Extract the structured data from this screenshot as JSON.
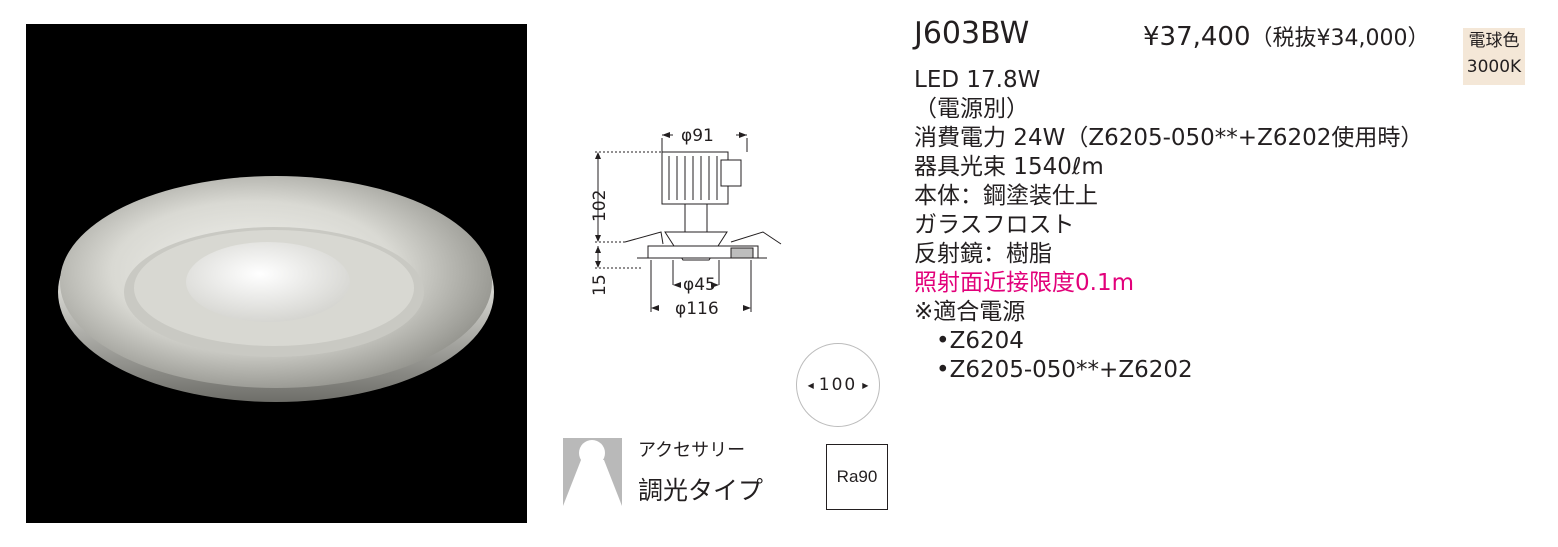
{
  "product": {
    "model": "J603BW",
    "price": "¥37,400",
    "price_ex_tax": "（税抜¥34,000）",
    "color_temp_name": "電球色",
    "color_temp_value": "3000K"
  },
  "specs": {
    "lamp": "LED 17.8W",
    "power_note": "（電源別）",
    "consumption": "消費電力 24W（Z6205-050**+Z6202使用時）",
    "flux": "器具光束 1540ℓm",
    "body": "本体：鋼塗装仕上",
    "glass": "ガラスフロスト",
    "reflector": "反射鏡：樹脂",
    "proximity_limit": "照射面近接限度0.1m",
    "power_supply_title": "※適合電源",
    "power_supply_1": "•Z6204",
    "power_supply_2": "•Z6205-050**+Z6202"
  },
  "dimensions": {
    "top_width": "φ91",
    "height": "102",
    "flange_height": "15",
    "inner_diameter": "φ45",
    "cutout_diameter": "φ116"
  },
  "icons": {
    "beam_angle": "100",
    "accessory_label": "アクセサリー",
    "dimming_type": "調光タイプ",
    "ra": "Ra90"
  },
  "colors": {
    "accent_pink": "#e2007a",
    "badge_bg": "#f4e7d7",
    "photo_bg": "#000000"
  }
}
